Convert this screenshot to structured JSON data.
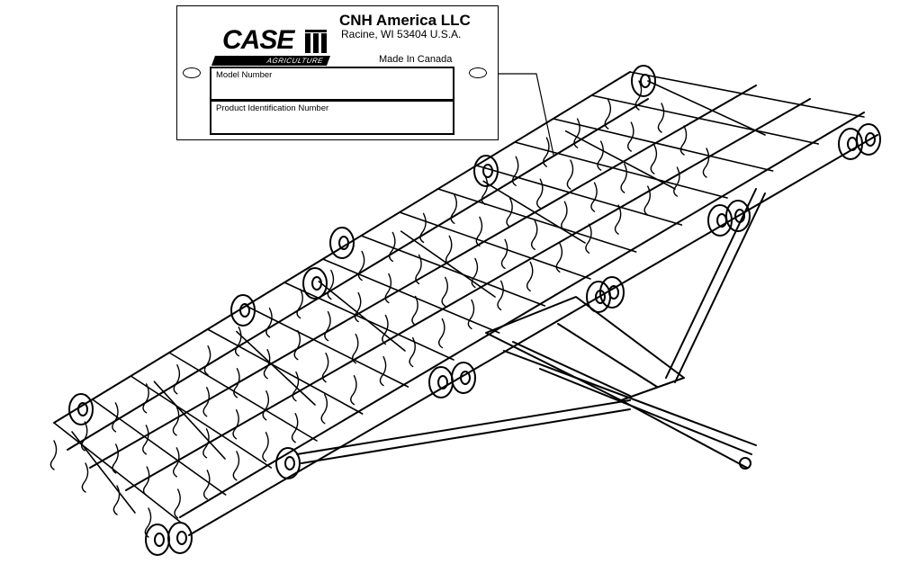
{
  "plate": {
    "brand": "CASE",
    "brand_sub": "AGRICULTURE",
    "company": "CNH America LLC",
    "address": "Racine, WI 53404  U.S.A.",
    "origin": "Made In Canada",
    "model_label": "Model Number",
    "pin_label": "Product Identification Number"
  }
}
